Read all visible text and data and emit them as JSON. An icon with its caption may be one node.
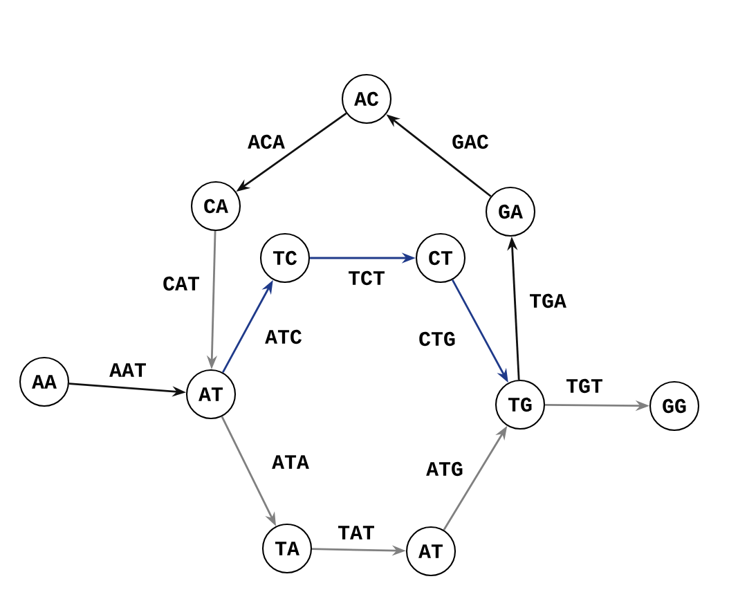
{
  "diagram": {
    "nodes": [
      {
        "text": [
          "AC"
        ]
      },
      {
        "text": [
          "CA"
        ]
      },
      {
        "text": [
          "GA"
        ]
      },
      {
        "text": [
          "TC"
        ]
      },
      {
        "text": [
          "CT"
        ]
      },
      {
        "text": [
          "AA"
        ]
      },
      {
        "text": [
          "AT"
        ]
      },
      {
        "text": [
          "TG"
        ]
      },
      {
        "text": [
          "GG"
        ]
      },
      {
        "text": [
          "TA"
        ]
      },
      {
        "text": [
          "AT"
        ]
      }
    ],
    "edges": [
      {
        "from": 0,
        "to": 1,
        "arrow": "to",
        "label": "ACA",
        "color": "#111111"
      },
      {
        "from": 2,
        "to": 0,
        "arrow": "to",
        "label": "GAC",
        "color": "#111111"
      },
      {
        "from": 1,
        "to": 6,
        "arrow": "to",
        "label": "CAT"
      },
      {
        "from": 6,
        "to": 3,
        "arrow": "to",
        "label": "ATC",
        "color": "#1f3a8a"
      },
      {
        "from": 3,
        "to": 4,
        "arrow": "to",
        "label": "TCT",
        "color": "#1f3a8a"
      },
      {
        "from": 4,
        "to": 7,
        "arrow": "to",
        "label": "CTG",
        "color": "#1f3a8a"
      },
      {
        "from": 7,
        "to": 2,
        "arrow": "to",
        "label": "TGA",
        "color": "#111111"
      },
      {
        "from": 5,
        "to": 6,
        "arrow": "to",
        "label": "AAT",
        "color": "#111111"
      },
      {
        "from": 7,
        "to": 8,
        "arrow": "to",
        "label": "TGT"
      },
      {
        "from": 6,
        "to": 9,
        "arrow": "to",
        "label": "ATA"
      },
      {
        "from": 9,
        "to": 10,
        "arrow": "to",
        "label": "TAT"
      },
      {
        "from": 10,
        "to": 7,
        "arrow": "to",
        "label": "ATG"
      }
    ]
  }
}
